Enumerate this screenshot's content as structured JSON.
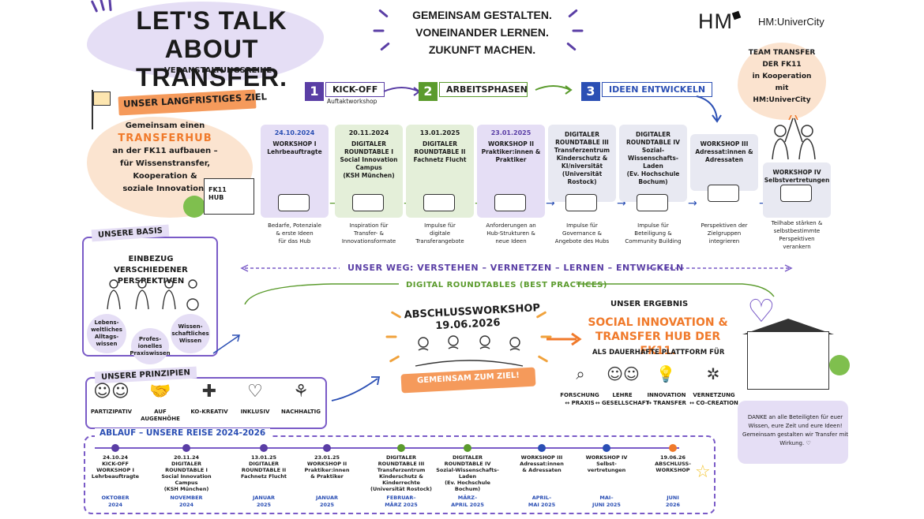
{
  "title": {
    "main": "LET'S TALK ABOUT TRANSFER.",
    "subtitle": "VERANSTALTUNGSREIHE"
  },
  "motto": [
    "GEMEINSAM GESTALTEN.",
    "VONEINANDER LERNEN.",
    "ZUKUNFT MACHEN."
  ],
  "logos": {
    "hm": "HM",
    "univercity": "HM:UniverCity"
  },
  "team": {
    "text": [
      "TEAM TRANSFER",
      "DER FK11",
      "in Kooperation",
      "mit",
      "HM:UniverCity"
    ]
  },
  "goal": {
    "label": "UNSER LANGFRISTIGES ZIEL",
    "line1": "Gemeinsam einen",
    "highlight": "TRANSFERHUB",
    "line2": "an der FK11 aufbauen –",
    "line3": "für Wissenstransfer,",
    "line4": "Kooperation &",
    "line5": "soziale Innovation!",
    "hub_label": "FK11 HUB"
  },
  "steps": [
    {
      "num": "1",
      "label": "KICK-OFF",
      "sub": "Auftaktworkshop",
      "color": "#5a3ea5"
    },
    {
      "num": "2",
      "label": "ARBEITSPHASEN",
      "sub": "",
      "color": "#5b9b2d"
    },
    {
      "num": "3",
      "label": "IDEEN ENTWICKELN",
      "sub": "",
      "color": "#2b4fb4"
    }
  ],
  "workshops": [
    {
      "date": "24.10.2024",
      "title": "WORKSHOP I\nLehrbeauftragte",
      "desc": "Bedarfe, Potenziale\n& erste Ideen\nfür das Hub",
      "color": "#e5def5",
      "date_color": "#2b4fb4"
    },
    {
      "date": "20.11.2024",
      "title": "DIGITALER\nROUNDTABLE I\nSocial Innovation\nCampus\n(KSH München)",
      "desc": "Inspiration für\nTransfer- &\nInnovationsformate",
      "color": "#e4efd9",
      "date_color": "#1c1c1c"
    },
    {
      "date": "13.01.2025",
      "title": "DIGITALER\nROUNDTABLE II\nFachnetz Flucht",
      "desc": "Impulse für\ndigitale\nTransferangebote",
      "color": "#e4efd9",
      "date_color": "#1c1c1c"
    },
    {
      "date": "23.01.2025",
      "title": "WORKSHOP II\nPraktiker:innen &\nPraktiker",
      "desc": "Anforderungen an\nHub-Strukturen &\nneue Ideen",
      "color": "#e5def5",
      "date_color": "#5a3ea5"
    },
    {
      "date": "",
      "title": "DIGITALER\nROUNDTABLE III\nTransferzentrum\nKinderschutz &\nKI/niversität\n(Universität\nRostock)",
      "desc": "Impulse für\nGovernance &\nAngebote des Hubs",
      "color": "#e8e9f2",
      "date_color": "#1c1c1c"
    },
    {
      "date": "",
      "title": "DIGITALER\nROUNDTABLE IV\nSozial-Wissenschafts-\nLaden\n(Ev. Hochschule\nBochum)",
      "desc": "Impulse für\nBeteiligung &\nCommunity Building",
      "color": "#e8e9f2",
      "date_color": "#1c1c1c"
    },
    {
      "date": "",
      "title": "WORKSHOP III\nAdressat:innen &\nAdressaten",
      "desc": "Perspektiven der\nZielgruppen\nintegrieren",
      "color": "#e8e9f2",
      "date_color": "#1c1c1c"
    },
    {
      "date": "",
      "title": "WORKSHOP IV\nSelbstvertretungen",
      "desc": "Teilhabe stärken &\nselbstbestimmte\nPerspektiven\nverankern",
      "color": "#e8e9f2",
      "date_color": "#1c1c1c"
    }
  ],
  "basis": {
    "tag": "UNSERE BASIS",
    "title": "EINBEZUG VERSCHIEDENER PERSPEKTIVEN",
    "bubbles": [
      "Lebens-\nweltliches\nAlltags-\nwissen",
      "Profes-\nionelles\nPraxiswissen",
      "Wissen-\nschaftliches\nWissen"
    ]
  },
  "principles": {
    "tag": "UNSERE PRINZIPIEN",
    "items": [
      {
        "label": "PARTIZIPATIV",
        "icon": "people-icon"
      },
      {
        "label": "AUF\nAUGENHÖHE",
        "icon": "handshake-icon"
      },
      {
        "label": "KO-KREATIV",
        "icon": "puzzle-icon"
      },
      {
        "label": "INKLUSIV",
        "icon": "heart-icon"
      },
      {
        "label": "NACHHALTIG",
        "icon": "sprout-icon"
      }
    ]
  },
  "way": "UNSER WEG: VERSTEHEN – VERNETZEN – LERNEN – ENTWICKELN",
  "roundtables": "DIGITAL ROUNDTABLES (BEST PRACTICES)",
  "final": {
    "title": "ABSCHLUSSWORKSHOP",
    "date": "19.06.2026",
    "motto": "GEMEINSAM ZUM ZIEL!"
  },
  "result": {
    "label": "UNSER ERGEBNIS",
    "main": "SOCIAL INNOVATION & TRANSFER HUB DER FK11.",
    "sub": "ALS DAUERHAFTE PLATTFORM FÜR",
    "items": [
      {
        "label": "FORSCHUNG\n↔ PRAXIS",
        "icon": "magnifier-icon"
      },
      {
        "label": "LEHRE\n↔ GESELLSCHAFT",
        "icon": "people-icon"
      },
      {
        "label": "INNOVATION\n↔ TRANSFER",
        "icon": "lightbulb-icon"
      },
      {
        "label": "VERNETZUNG\n↔ CO-CREATION",
        "icon": "network-icon"
      }
    ]
  },
  "thanks": "DANKE an alle Beteiligten für euer Wissen, eure Zeit und eure Ideen! Gemeinsam gestalten wir Transfer mit Wirkung. ♡",
  "timeline": {
    "title": "ABLAUF – UNSERE REISE 2024-2026",
    "events": [
      {
        "text": "24.10.24\nKICK-OFF\nWORKSHOP I\nLehrbeauftragte",
        "month": "OKTOBER\n2024",
        "color": "#5a3ea5"
      },
      {
        "text": "20.11.24\nDIGITALER\nROUNDTABLE I\nSocial Innovation\nCampus\n(KSH München)",
        "month": "NOVEMBER\n2024",
        "color": "#5a3ea5"
      },
      {
        "text": "13.01.25\nDIGITALER\nROUNDTABLE II\nFachnetz Flucht",
        "month": "JANUAR\n2025",
        "color": "#5a3ea5"
      },
      {
        "text": "23.01.25\nWORKSHOP II\nPraktiker:innen\n& Praktiker",
        "month": "JANUAR\n2025",
        "color": "#5a3ea5"
      },
      {
        "text": "DIGITALER\nROUNDTABLE III\nTransferzentrum\nKinderschutz &\nKinderrechte\n(Universität Rostock)",
        "month": "FEBRUAR–\nMÄRZ 2025",
        "color": "#5b9b2d"
      },
      {
        "text": "DIGITALER\nROUNDTABLE IV\nSozial-Wissenschafts-\nLaden\n(Ev. Hochschule\nBochum)",
        "month": "MÄRZ–\nAPRIL 2025",
        "color": "#5b9b2d"
      },
      {
        "text": "WORKSHOP III\nAdressat:innen\n& Adressaten",
        "month": "APRIL–\nMAI 2025",
        "color": "#2b4fb4"
      },
      {
        "text": "WORKSHOP IV\nSelbst-\nvertretungen",
        "month": "MAI–\nJUNI 2025",
        "color": "#2b4fb4"
      },
      {
        "text": "19.06.26\nABSCHLUSS-\nWORKSHOP",
        "month": "JUNI\n2026",
        "color": "#f07a2b"
      }
    ]
  }
}
